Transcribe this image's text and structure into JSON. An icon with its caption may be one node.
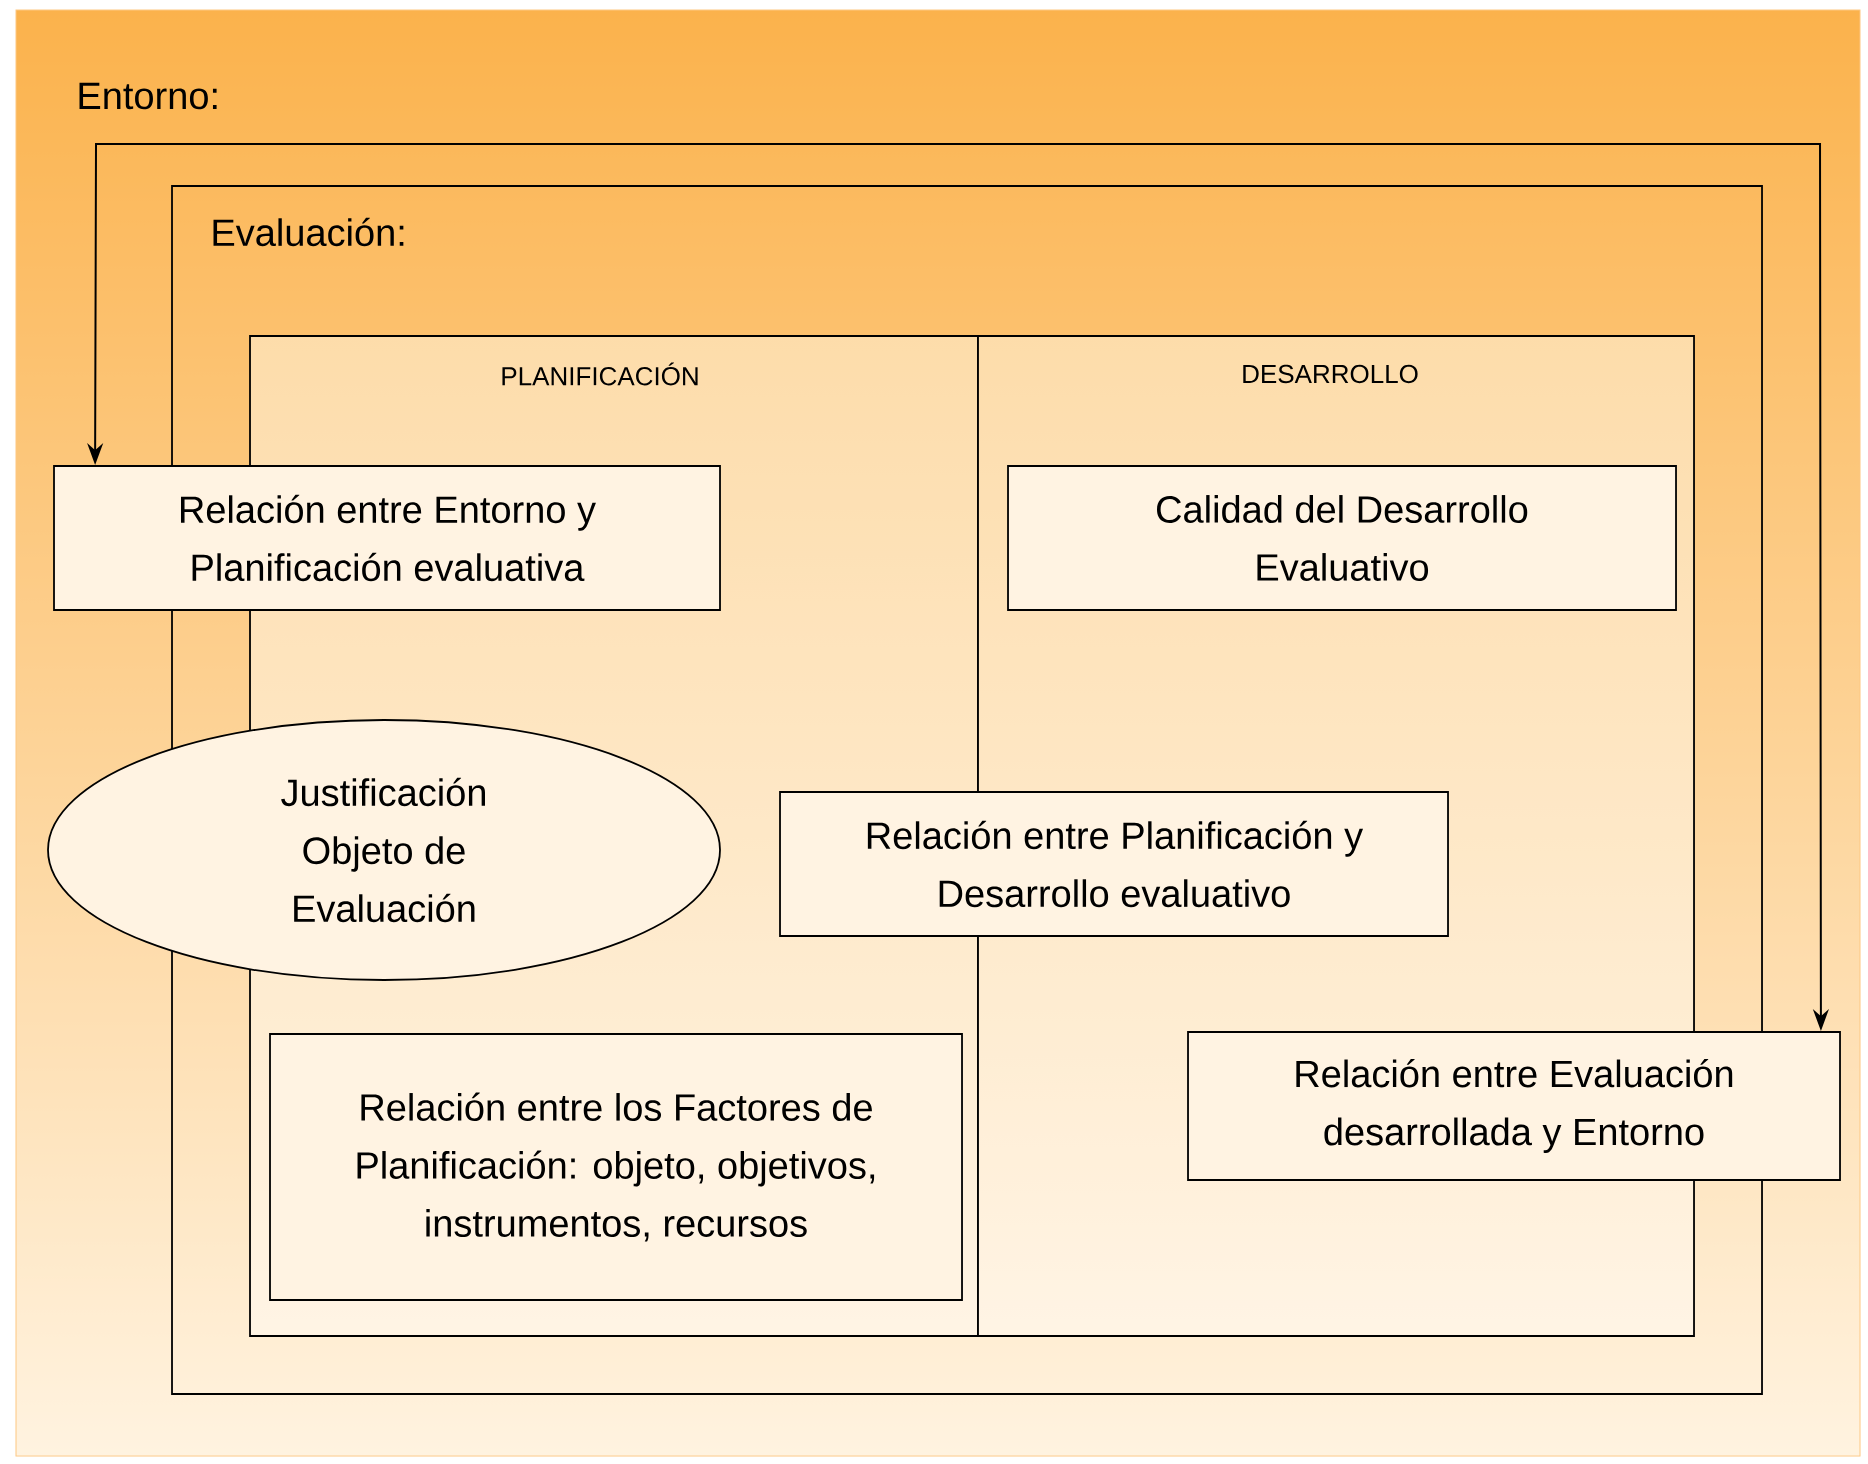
{
  "diagram": {
    "nodes": [
      {
        "text": [
          "Entorno:"
        ]
      },
      {
        "text": [
          "Evaluación:"
        ],
        "in": 0
      },
      {
        "text": [
          "PLANIFICACIÓN"
        ],
        "in": 1
      },
      {
        "text": [
          "DESARROLLO"
        ],
        "in": 1
      },
      {
        "text": [
          "Relación entre Entorno y Planificación evaluativa"
        ],
        "in": 0
      },
      {
        "text": [
          "Justificación Objeto de Evaluación"
        ],
        "in": 0
      },
      {
        "text": [
          "Calidad del Desarrollo Evaluativo"
        ],
        "in": 3
      },
      {
        "text": [
          "Relación entre Planificación y Desarrollo evaluativo"
        ],
        "in": 1
      },
      {
        "text": [
          "Relación entre los Factores de Planificación: objeto, objetivos, instrumentos, recursos"
        ],
        "in": 2
      },
      {
        "text": [
          "Relación entre Evaluación desarrollada y Entorno"
        ],
        "in": 0
      }
    ],
    "edges": [
      {
        "from": 4,
        "to": 9,
        "arrow": "both"
      }
    ]
  }
}
